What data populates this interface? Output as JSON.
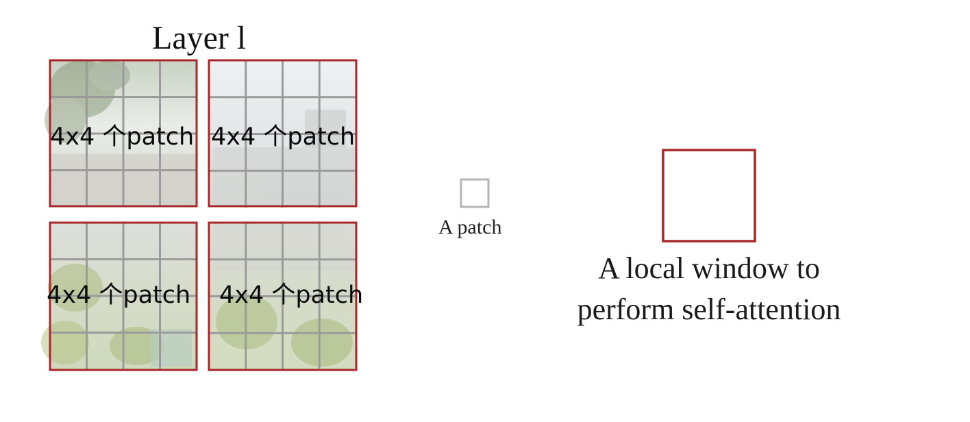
{
  "layer": {
    "title": "Layer l"
  },
  "windows": [
    {
      "label": "4x4 个patch"
    },
    {
      "label": "4x4 个patch"
    },
    {
      "label": "4x4 个patch"
    },
    {
      "label": "4x4 个patch"
    }
  ],
  "window_grid": {
    "patches_per_side": 4
  },
  "legend": {
    "patch_label": "A patch",
    "window_caption_line1": "A local window to",
    "window_caption_line2": "perform self-attention"
  },
  "colors": {
    "window_border": "#a8282a",
    "patch_grid": "#9b9b9b",
    "patch_legend_border": "#b5b5b5",
    "text": "#111111"
  }
}
